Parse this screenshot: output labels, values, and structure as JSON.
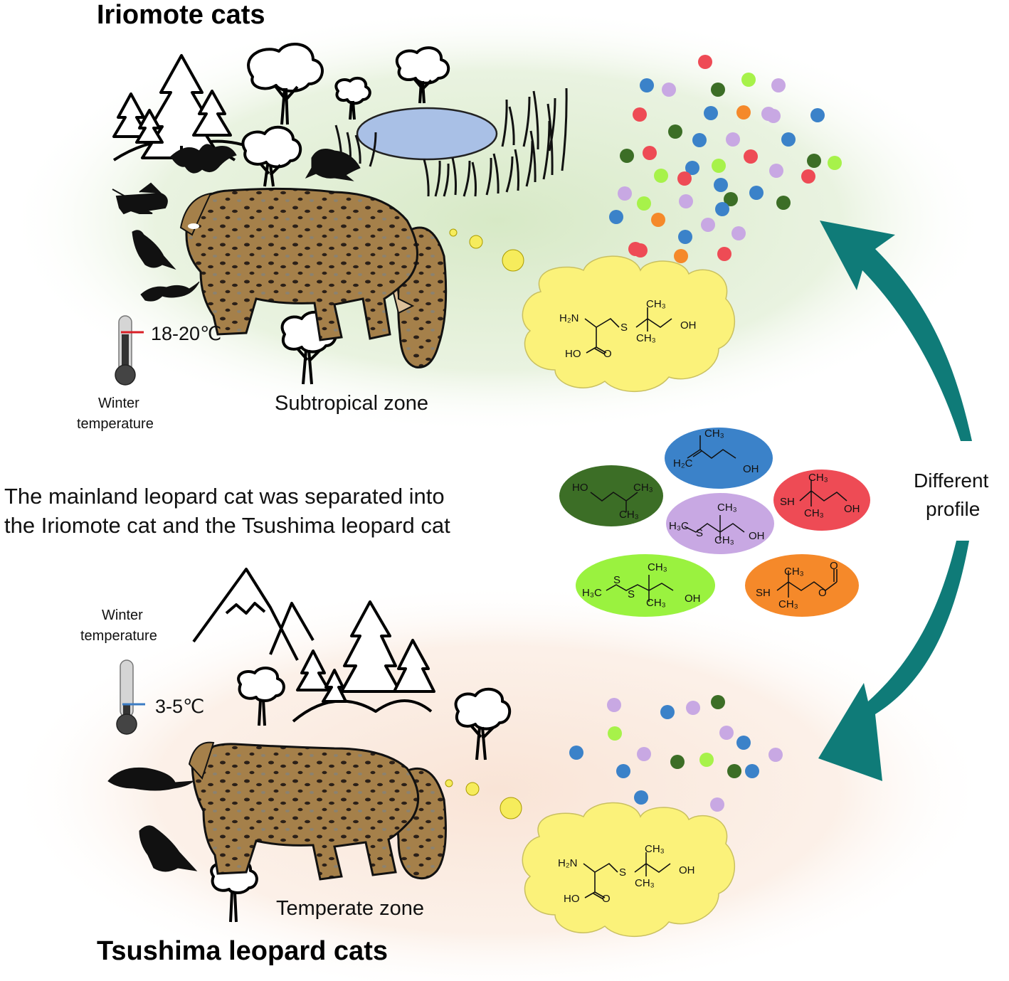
{
  "top_section": {
    "title": "Iriomote cats",
    "temperature": "18-20℃",
    "temperature_caption_line1": "Winter",
    "temperature_caption_line2": "temperature",
    "zone": "Subtropical zone",
    "thermometer_mark_color": "#d91f26",
    "background_glow": "#d7e9c6"
  },
  "bottom_section": {
    "title": "Tsushima leopard cats",
    "temperature": "3-5℃",
    "temperature_caption_line1": "Winter",
    "temperature_caption_line2": "temperature",
    "zone": "Temperate zone",
    "thermometer_mark_color": "#3b7cc4",
    "background_glow": "#f9e4d6"
  },
  "center_note": {
    "line1": "The mainland leopard cat was separated into",
    "line2": "the Iriomote cat and the Tsushima leopard cat"
  },
  "arrow_label": {
    "line1": "Different",
    "line2": "profile",
    "arrow_color": "#0f7b78"
  },
  "compound_cloud": {
    "fill": "#fbf27a",
    "label_H2N": "H₂N",
    "label_HO": "HO",
    "label_O": "O",
    "label_S": "S",
    "label_CH3_top": "CH₃",
    "label_CH3_bottom": "CH₃",
    "label_OH": "OH"
  },
  "volatile_compounds": [
    {
      "name": "dark-green",
      "color": "#3c6e26",
      "labels": [
        "HO",
        "CH₃",
        "CH₃"
      ]
    },
    {
      "name": "blue",
      "color": "#3b82c9",
      "labels": [
        "CH₃",
        "H₂C",
        "OH"
      ]
    },
    {
      "name": "red",
      "color": "#ee4b55",
      "labels": [
        "CH₃",
        "SH",
        "CH₃",
        "OH"
      ]
    },
    {
      "name": "purple",
      "color": "#c8a8e3",
      "labels": [
        "CH₃",
        "H₃C",
        "S",
        "CH₃",
        "OH"
      ]
    },
    {
      "name": "lime",
      "color": "#9af23f",
      "labels": [
        "CH₃",
        "H₃C",
        "S",
        "S",
        "CH₃",
        "OH"
      ]
    },
    {
      "name": "orange",
      "color": "#f5892a",
      "labels": [
        "CH₃",
        "O",
        "SH",
        "CH₃",
        "O"
      ]
    }
  ],
  "dot_colors": {
    "red": "#ee4b55",
    "blue": "#3b82c9",
    "purple": "#c8a8e3",
    "dark-green": "#3c6e26",
    "lime": "#a7f24a",
    "orange": "#f5892a"
  },
  "top_dots": [
    "red",
    "blue",
    "purple",
    "dark-green",
    "lime",
    "purple",
    "red",
    "blue",
    "orange",
    "purple",
    "blue",
    "dark-green",
    "blue",
    "purple",
    "blue",
    "dark-green",
    "red",
    "blue",
    "lime",
    "red",
    "purple",
    "red",
    "lime",
    "lime",
    "purple",
    "red",
    "blue",
    "blue",
    "dark-green",
    "lime",
    "purple",
    "dark-green",
    "blue",
    "purple",
    "orange",
    "purple",
    "blue",
    "red",
    "orange",
    "red",
    "dark-green",
    "red",
    "blue",
    "purple"
  ],
  "bottom_dots": [
    "purple",
    "blue",
    "purple",
    "dark-green",
    "lime",
    "purple",
    "blue",
    "blue",
    "purple",
    "dark-green",
    "lime",
    "purple",
    "blue",
    "dark-green",
    "blue",
    "blue",
    "purple"
  ]
}
